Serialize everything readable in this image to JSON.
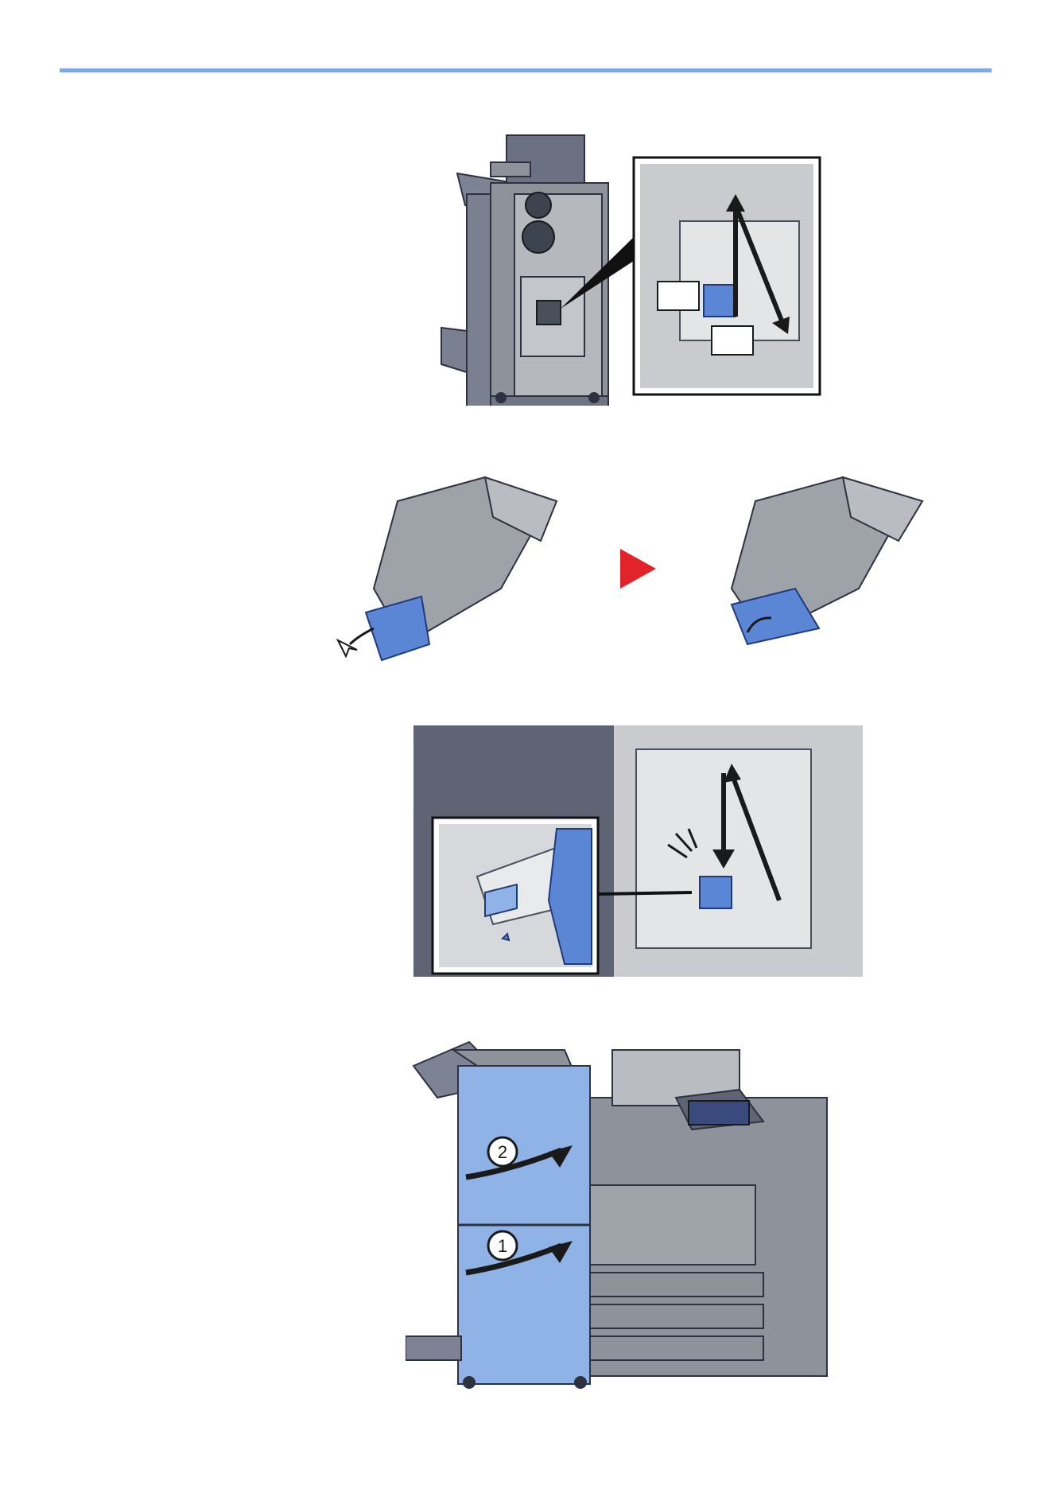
{
  "page": {
    "header_rule_color": "#7fa9e6"
  },
  "illustrations": [
    {
      "name": "finisher-overview-with-staple-cartridge-inset",
      "callouts": [
        "",
        ""
      ]
    },
    {
      "name": "staple-cartridge-open-and-close-sequence"
    },
    {
      "name": "staple-cartridge-insert-inset"
    },
    {
      "name": "close-finisher-covers"
    }
  ],
  "steps": {
    "step_a": "2",
    "step_b": "1"
  },
  "colors": {
    "machine_gray": "#8e939b",
    "machine_dark": "#5e6474",
    "inner_gray": "#c9cbcf",
    "highlight_blue": "#5b86d6",
    "cover_blue": "#8fb3e6",
    "arrow_red": "#e0242a",
    "arrow_black": "#1a1a1a"
  }
}
